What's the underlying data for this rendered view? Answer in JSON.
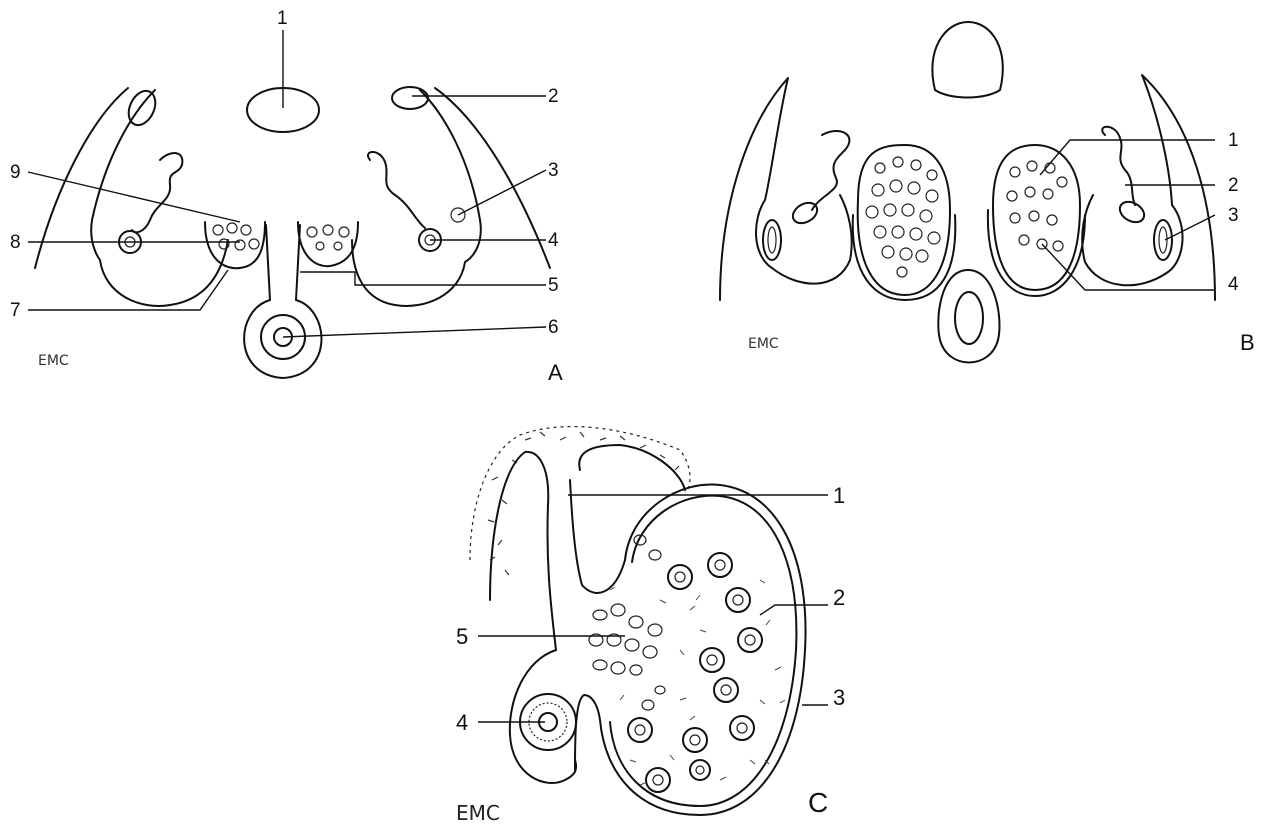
{
  "panels": {
    "a": {
      "letter": "A",
      "credit": "EMC",
      "labels": [
        "1",
        "2",
        "3",
        "4",
        "5",
        "6",
        "7",
        "8",
        "9"
      ]
    },
    "b": {
      "letter": "B",
      "credit": "EMC",
      "labels": [
        "1",
        "2",
        "3",
        "4"
      ]
    },
    "c": {
      "letter": "C",
      "credit": "EMC",
      "labels": [
        "1",
        "2",
        "3",
        "4",
        "5"
      ]
    }
  }
}
